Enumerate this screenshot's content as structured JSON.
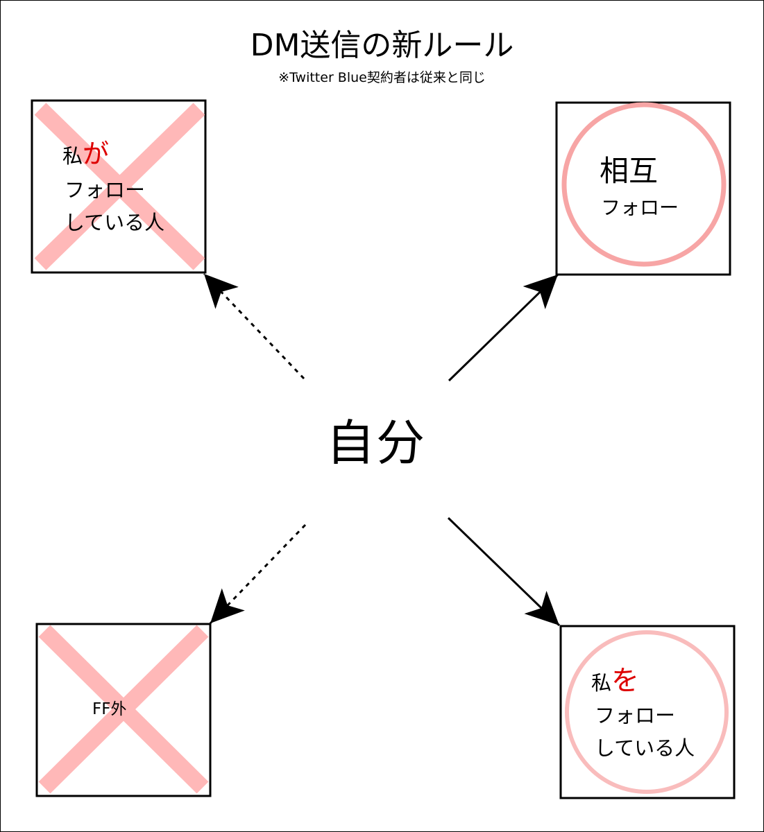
{
  "header": {
    "title": "DM送信の新ルール",
    "subtitle": "※Twitter Blue契約者は従来と同じ"
  },
  "center_label": "自分",
  "nodes": {
    "top_left": {
      "line1_prefix": "私",
      "line1_emphasis": "が",
      "line2": "フォロー",
      "line3": "している人",
      "marker": "cross",
      "connection": "dotted"
    },
    "top_right": {
      "line1": "相互",
      "line2": "フォロー",
      "marker": "circle",
      "connection": "solid"
    },
    "bottom_left": {
      "line1": "FF外",
      "marker": "cross",
      "connection": "dotted"
    },
    "bottom_right": {
      "line1_prefix": "私",
      "line1_emphasis": "を",
      "line2": "フォロー",
      "line3": "している人",
      "marker": "circle",
      "connection": "solid"
    }
  },
  "colors": {
    "cross": "#ffb8b8",
    "circle_top_right": "#f7a5a5",
    "circle_bottom_right": "#f9bcbc",
    "emphasis": "#dd0000",
    "line": "#000000"
  }
}
